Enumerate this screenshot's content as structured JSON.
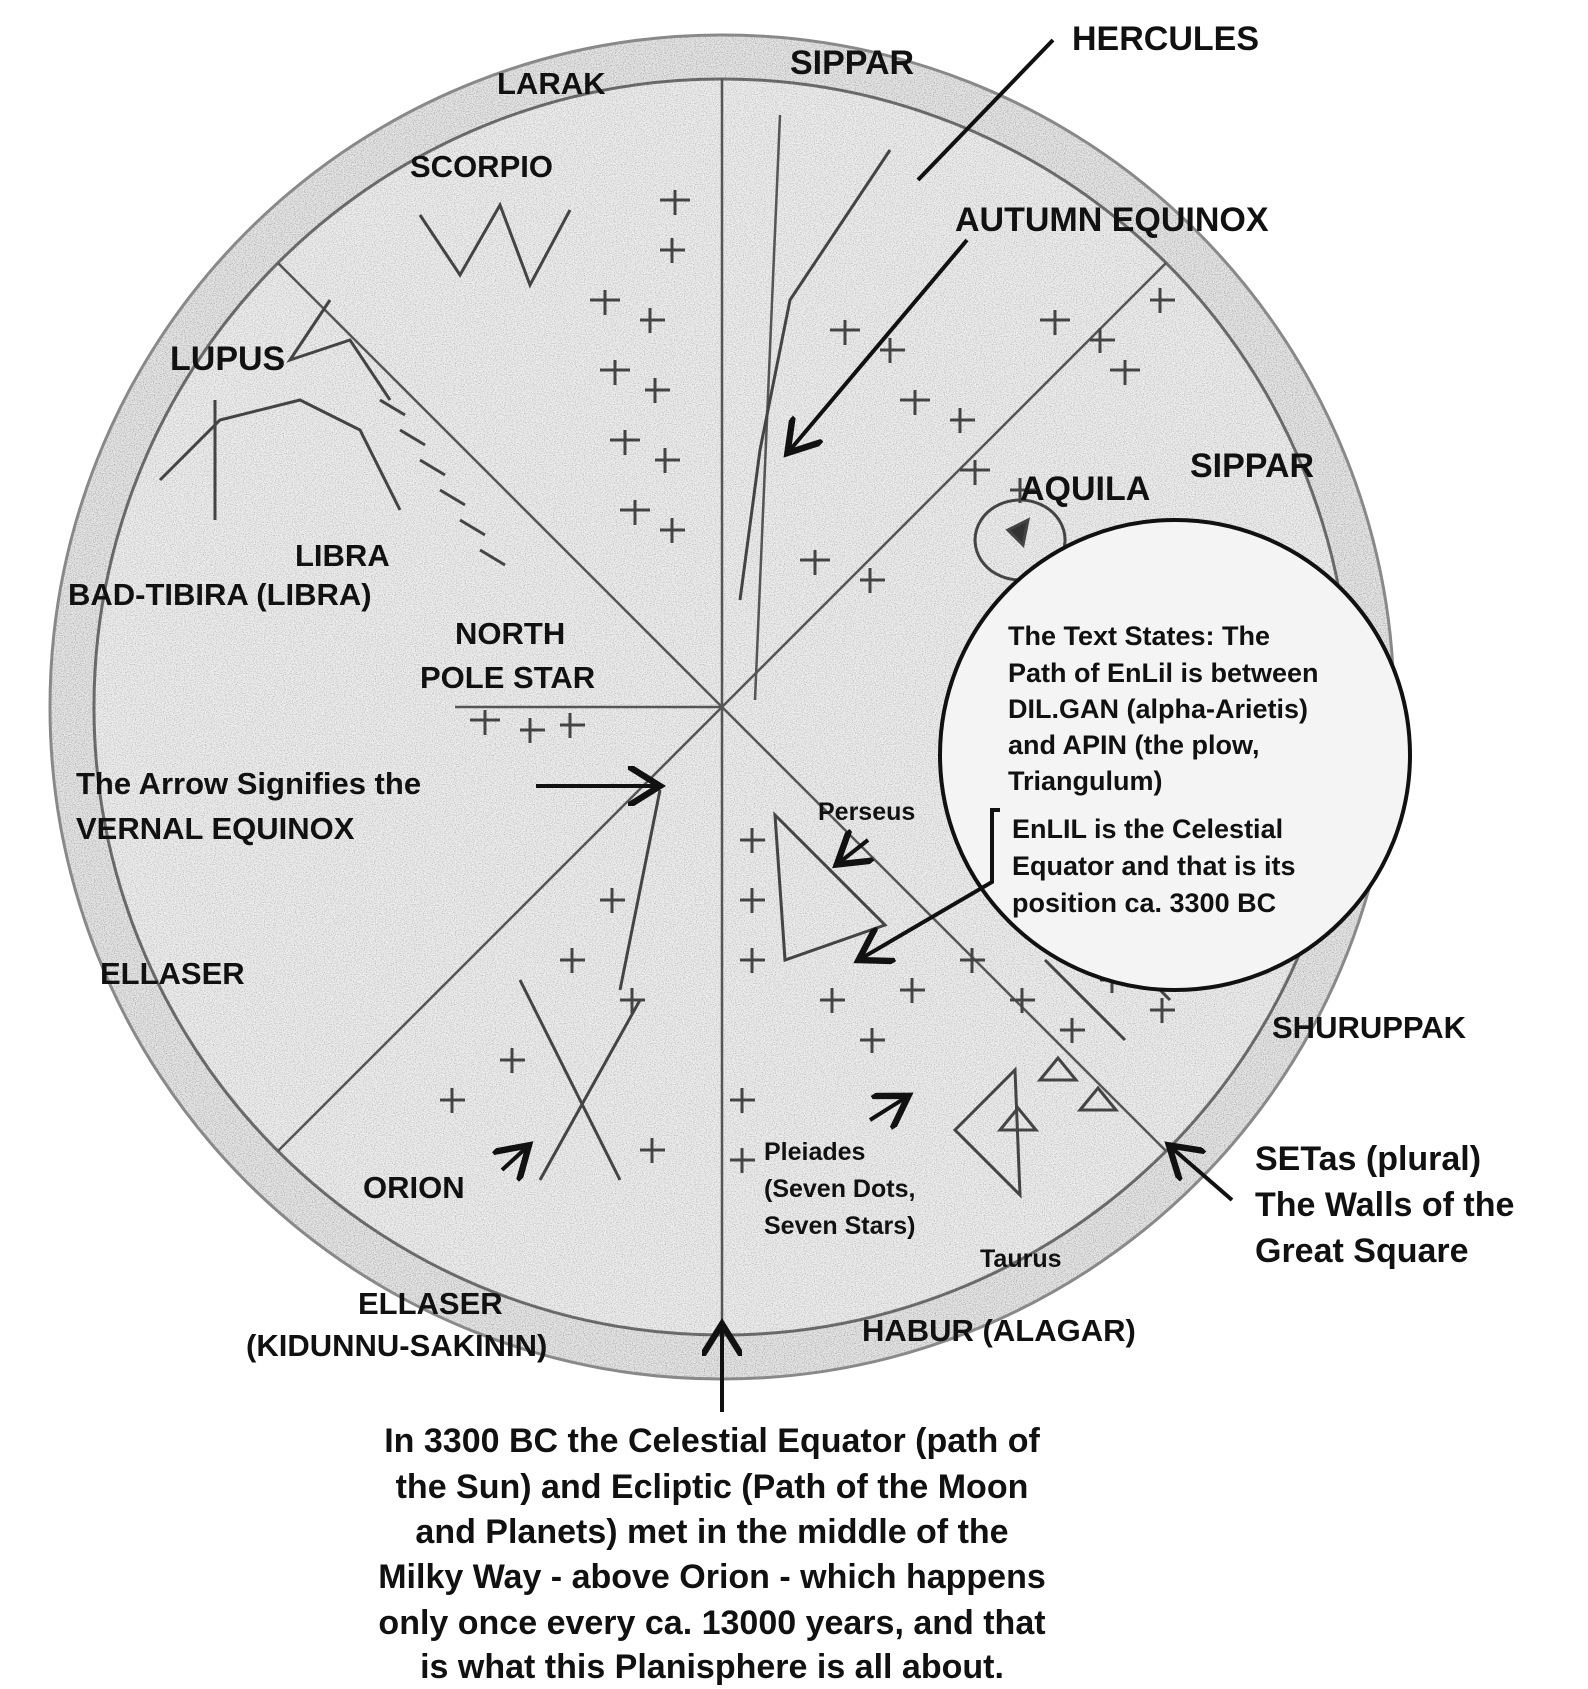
{
  "labels": {
    "hercules": "HERCULES",
    "larak": "LARAK",
    "sippar_top": "SIPPAR",
    "scorpio": "SCORPIO",
    "autumn_equinox": "AUTUMN EQUINOX",
    "lupus": "LUPUS",
    "aquila": "AQUILA",
    "sippar_right": "SIPPAR",
    "libra": "LIBRA",
    "bad_tibira": "BAD-TIBIRA (LIBRA)",
    "north": "NORTH",
    "pole_star": "POLE STAR",
    "arrow_line1": "The Arrow Signifies the",
    "arrow_line2": "VERNAL EQUINOX",
    "perseus": "Perseus",
    "ellaser_left": "ELLASER",
    "shuruppak": "SHURUPPAK",
    "orion": "ORION",
    "pleiades_1": "Pleiades",
    "pleiades_2": "(Seven Dots,",
    "pleiades_3": "Seven Stars)",
    "taurus": "Taurus",
    "ellaser_bottom_1": "ELLASER",
    "ellaser_bottom_2": "(KIDUNNU-SAKININ)",
    "habur": "HABUR (ALAGAR)",
    "setas_1": "SETas (plural)",
    "setas_2": "The Walls of the",
    "setas_3": "Great Square"
  },
  "callout": {
    "lines": [
      "The Text States: The",
      "Path of EnLil is between",
      "DIL.GAN (alpha-Arietis)",
      "and APIN (the plow,",
      "Triangulum)",
      "EnLIL is the Celestial",
      "Equator and that is its",
      "position ca. 3300 BC"
    ]
  },
  "caption": {
    "lines": [
      "In 3300 BC the Celestial Equator (path of",
      "the Sun) and Ecliptic (Path of the Moon",
      "and Planets) met in the middle of the",
      "Milky Way - above Orion -  which happens",
      "only once  every ca. 13000 years, and that",
      "is what this Planisphere is all about."
    ]
  }
}
